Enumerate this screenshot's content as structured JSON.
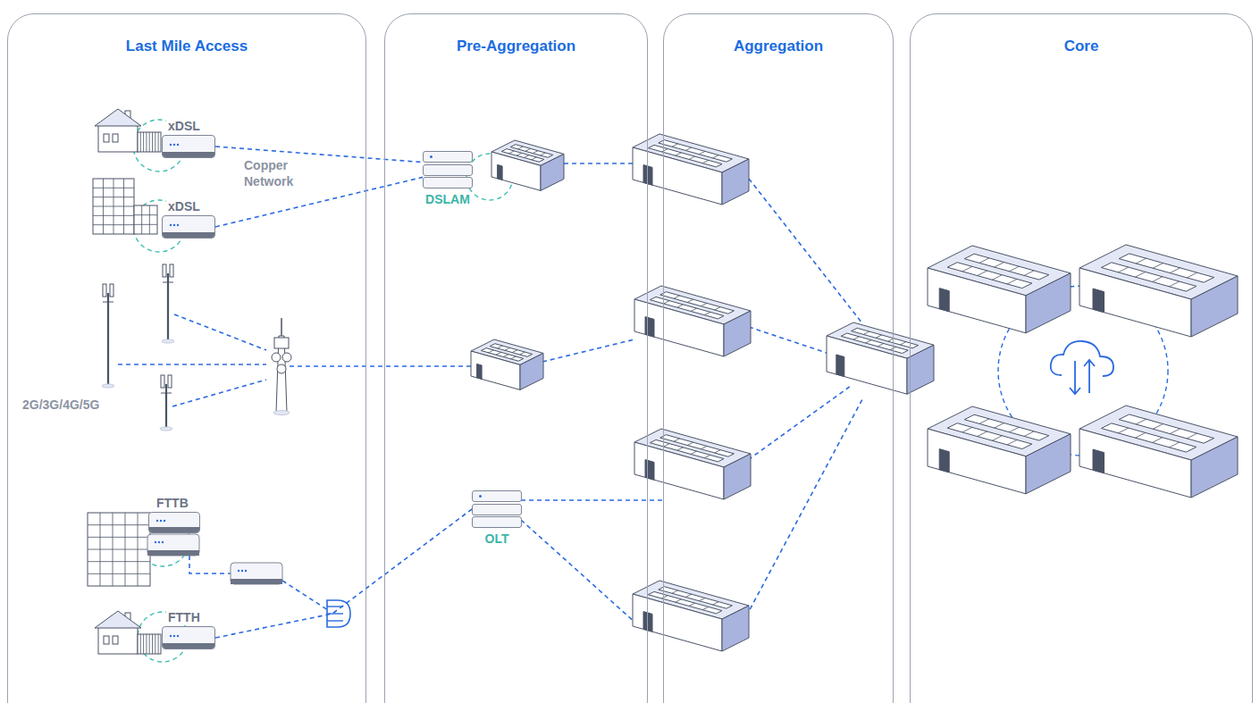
{
  "diagram": {
    "nodes": [
      {
        "text": [
          "Last Mile Access"
        ]
      },
      {
        "text": [
          "Pre-Aggregation"
        ]
      },
      {
        "text": [
          "Aggregation"
        ]
      },
      {
        "text": [
          "Core"
        ]
      },
      {
        "text": [
          "xDSL"
        ],
        "in": 0
      },
      {
        "text": [
          "xDSL"
        ],
        "in": 0
      },
      {
        "text": [
          "DSLAM"
        ],
        "in": 1
      },
      {
        "text": [
          "FTTB"
        ],
        "in": 0
      },
      {
        "text": [
          "FTTH"
        ],
        "in": 0
      },
      {
        "text": [
          "OLT"
        ],
        "in": 1
      }
    ],
    "edges": [
      {
        "from": 4,
        "to": 6,
        "arrow": "none"
      },
      {
        "from": 5,
        "to": 6,
        "arrow": "none"
      },
      {
        "from": 8,
        "to": 9,
        "arrow": "none"
      }
    ],
    "labels": [
      "Copper Network",
      "2G/3G/4G/5G"
    ]
  }
}
